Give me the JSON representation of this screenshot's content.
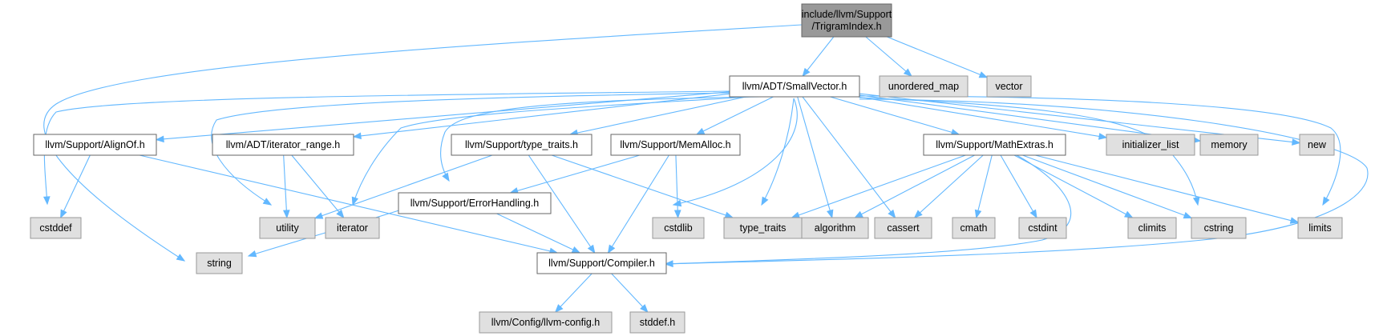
{
  "colors": {
    "root_fill": "#999999",
    "root_stroke": "#666666",
    "documented_fill": "#ffffff",
    "documented_stroke": "#666666",
    "external_fill": "#e0e0e0",
    "external_stroke": "#999999",
    "edge": "#63b8ff"
  },
  "nodes": [
    {
      "id": "trigram",
      "lines": [
        "include/llvm/Support",
        "/TrigramIndex.h"
      ],
      "style": "root"
    },
    {
      "id": "smallvector",
      "lines": [
        "llvm/ADT/SmallVector.h"
      ],
      "style": "documented"
    },
    {
      "id": "unordered_map",
      "lines": [
        "unordered_map"
      ],
      "style": "external"
    },
    {
      "id": "vector",
      "lines": [
        "vector"
      ],
      "style": "external"
    },
    {
      "id": "alignof",
      "lines": [
        "llvm/Support/AlignOf.h"
      ],
      "style": "documented"
    },
    {
      "id": "iterator_range",
      "lines": [
        "llvm/ADT/iterator_range.h"
      ],
      "style": "documented"
    },
    {
      "id": "type_traits_h",
      "lines": [
        "llvm/Support/type_traits.h"
      ],
      "style": "documented"
    },
    {
      "id": "memalloc",
      "lines": [
        "llvm/Support/MemAlloc.h"
      ],
      "style": "documented"
    },
    {
      "id": "mathextras",
      "lines": [
        "llvm/Support/MathExtras.h"
      ],
      "style": "documented"
    },
    {
      "id": "initializer_list",
      "lines": [
        "initializer_list"
      ],
      "style": "external"
    },
    {
      "id": "memory",
      "lines": [
        "memory"
      ],
      "style": "external"
    },
    {
      "id": "new",
      "lines": [
        "new"
      ],
      "style": "external"
    },
    {
      "id": "cstddef",
      "lines": [
        "cstddef"
      ],
      "style": "external"
    },
    {
      "id": "utility",
      "lines": [
        "utility"
      ],
      "style": "external"
    },
    {
      "id": "iterator",
      "lines": [
        "iterator"
      ],
      "style": "external"
    },
    {
      "id": "errorhandling",
      "lines": [
        "llvm/Support/ErrorHandling.h"
      ],
      "style": "documented"
    },
    {
      "id": "cstdlib",
      "lines": [
        "cstdlib"
      ],
      "style": "external"
    },
    {
      "id": "type_traits",
      "lines": [
        "type_traits"
      ],
      "style": "external"
    },
    {
      "id": "algorithm",
      "lines": [
        "algorithm"
      ],
      "style": "external"
    },
    {
      "id": "cassert",
      "lines": [
        "cassert"
      ],
      "style": "external"
    },
    {
      "id": "cmath",
      "lines": [
        "cmath"
      ],
      "style": "external"
    },
    {
      "id": "cstdint",
      "lines": [
        "cstdint"
      ],
      "style": "external"
    },
    {
      "id": "climits",
      "lines": [
        "climits"
      ],
      "style": "external"
    },
    {
      "id": "cstring",
      "lines": [
        "cstring"
      ],
      "style": "external"
    },
    {
      "id": "limits",
      "lines": [
        "limits"
      ],
      "style": "external"
    },
    {
      "id": "string",
      "lines": [
        "string"
      ],
      "style": "external"
    },
    {
      "id": "compiler",
      "lines": [
        "llvm/Support/Compiler.h"
      ],
      "style": "documented"
    },
    {
      "id": "llvm_config",
      "lines": [
        "llvm/Config/llvm-config.h"
      ],
      "style": "external"
    },
    {
      "id": "stddef_h",
      "lines": [
        "stddef.h"
      ],
      "style": "external"
    }
  ],
  "edges": [
    [
      "trigram",
      "smallvector"
    ],
    [
      "trigram",
      "unordered_map"
    ],
    [
      "trigram",
      "vector"
    ],
    [
      "trigram",
      "string"
    ],
    [
      "smallvector",
      "alignof"
    ],
    [
      "smallvector",
      "iterator_range"
    ],
    [
      "smallvector",
      "type_traits_h"
    ],
    [
      "smallvector",
      "memalloc"
    ],
    [
      "smallvector",
      "mathextras"
    ],
    [
      "smallvector",
      "initializer_list"
    ],
    [
      "smallvector",
      "memory"
    ],
    [
      "smallvector",
      "new"
    ],
    [
      "smallvector",
      "cstddef"
    ],
    [
      "smallvector",
      "utility"
    ],
    [
      "smallvector",
      "iterator"
    ],
    [
      "smallvector",
      "errorhandling"
    ],
    [
      "smallvector",
      "cstdlib"
    ],
    [
      "smallvector",
      "type_traits"
    ],
    [
      "smallvector",
      "algorithm"
    ],
    [
      "smallvector",
      "cassert"
    ],
    [
      "smallvector",
      "cstring"
    ],
    [
      "smallvector",
      "limits"
    ],
    [
      "smallvector",
      "compiler"
    ],
    [
      "alignof",
      "cstddef"
    ],
    [
      "alignof",
      "compiler"
    ],
    [
      "iterator_range",
      "utility"
    ],
    [
      "iterator_range",
      "iterator"
    ],
    [
      "type_traits_h",
      "utility"
    ],
    [
      "type_traits_h",
      "type_traits"
    ],
    [
      "type_traits_h",
      "compiler"
    ],
    [
      "memalloc",
      "errorhandling"
    ],
    [
      "memalloc",
      "cstdlib"
    ],
    [
      "memalloc",
      "compiler"
    ],
    [
      "mathextras",
      "type_traits"
    ],
    [
      "mathextras",
      "algorithm"
    ],
    [
      "mathextras",
      "cassert"
    ],
    [
      "mathextras",
      "cmath"
    ],
    [
      "mathextras",
      "cstdint"
    ],
    [
      "mathextras",
      "climits"
    ],
    [
      "mathextras",
      "cstring"
    ],
    [
      "mathextras",
      "limits"
    ],
    [
      "mathextras",
      "compiler"
    ],
    [
      "errorhandling",
      "string"
    ],
    [
      "errorhandling",
      "compiler"
    ],
    [
      "compiler",
      "llvm_config"
    ],
    [
      "compiler",
      "stddef_h"
    ]
  ]
}
